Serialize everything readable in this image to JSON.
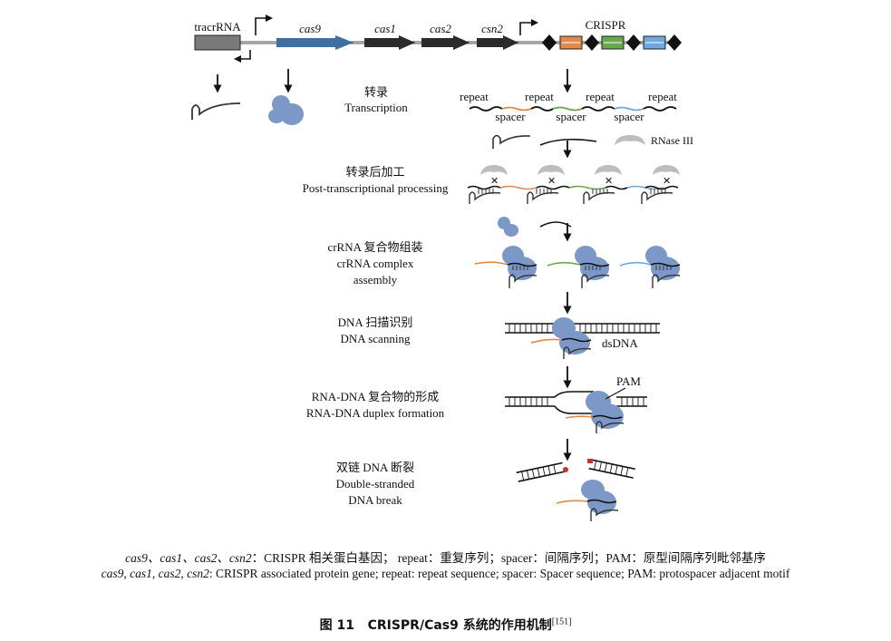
{
  "locus": {
    "tracr_label": "tracrRNA",
    "genes": [
      "cas9",
      "cas1",
      "cas2",
      "csn2"
    ],
    "crispr_label": "CRISPR"
  },
  "steps": [
    {
      "zh": "转录",
      "en": "Transcription"
    },
    {
      "zh": "转录后加工",
      "en": "Post-transcriptional processing"
    },
    {
      "zh": "crRNA 复合物组装",
      "en_lines": [
        "crRNA complex",
        "assembly"
      ]
    },
    {
      "zh": "DNA 扫描识别",
      "en": "DNA scanning"
    },
    {
      "zh": "RNA-DNA 复合物的形成",
      "en": "RNA-DNA duplex formation"
    },
    {
      "zh": "双链 DNA 断裂",
      "en_lines": [
        "Double-stranded",
        "DNA break"
      ]
    }
  ],
  "transcript_labels": {
    "repeat": "repeat",
    "spacer": "spacer",
    "rnase": "RNase III",
    "dsdna": "dsDNA",
    "pam": "PAM"
  },
  "colors": {
    "cas9_gene": "#3f6e9f",
    "cas_genes": "#2b2b2b",
    "protein": "#7b98c8",
    "rnase": "#bdbdbd",
    "spacer_orange": "#e08a4a",
    "spacer_green": "#6aa84f",
    "spacer_blue": "#6fa8dc",
    "cut": "#c0392b"
  },
  "legend": {
    "zh": {
      "genes": "cas9、cas1、cas2、csn2",
      "rest": "：CRISPR 相关蛋白基因；  repeat：重复序列；spacer：间隔序列；PAM：原型间隔序列毗邻基序"
    },
    "en": {
      "genes": "cas9, cas1, cas2, csn2",
      "rest": ": CRISPR associated protein gene; repeat: repeat sequence; spacer: Spacer sequence; PAM: protospacer adjacent motif"
    }
  },
  "caption": {
    "prefix": "图 11",
    "title": "CRISPR/Cas9 系统的作用机制",
    "ref": "[151]"
  }
}
